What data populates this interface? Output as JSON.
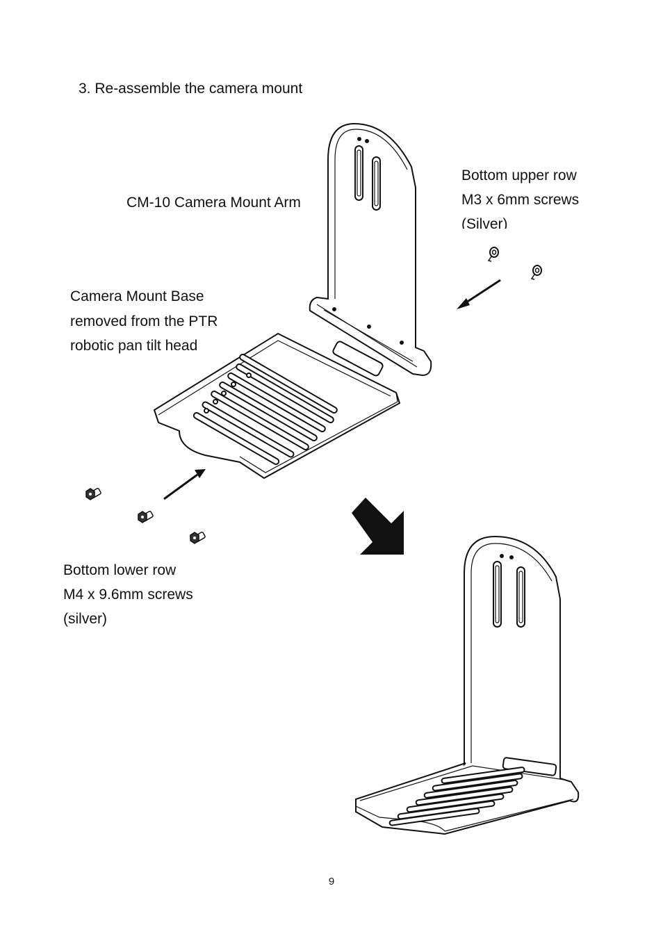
{
  "step_title": "3. Re-assemble the camera mount",
  "labels": {
    "arm": "CM-10 Camera Mount Arm",
    "upper_screws": [
      "Bottom upper row",
      "M3 x 6mm screws",
      "(Silver)"
    ],
    "base": [
      "Camera Mount Base",
      "removed from the PTR",
      "robotic pan tilt head"
    ],
    "lower_screws": [
      "Bottom lower row",
      "M4 x 9.6mm screws",
      "(silver)"
    ]
  },
  "page_number": "9"
}
